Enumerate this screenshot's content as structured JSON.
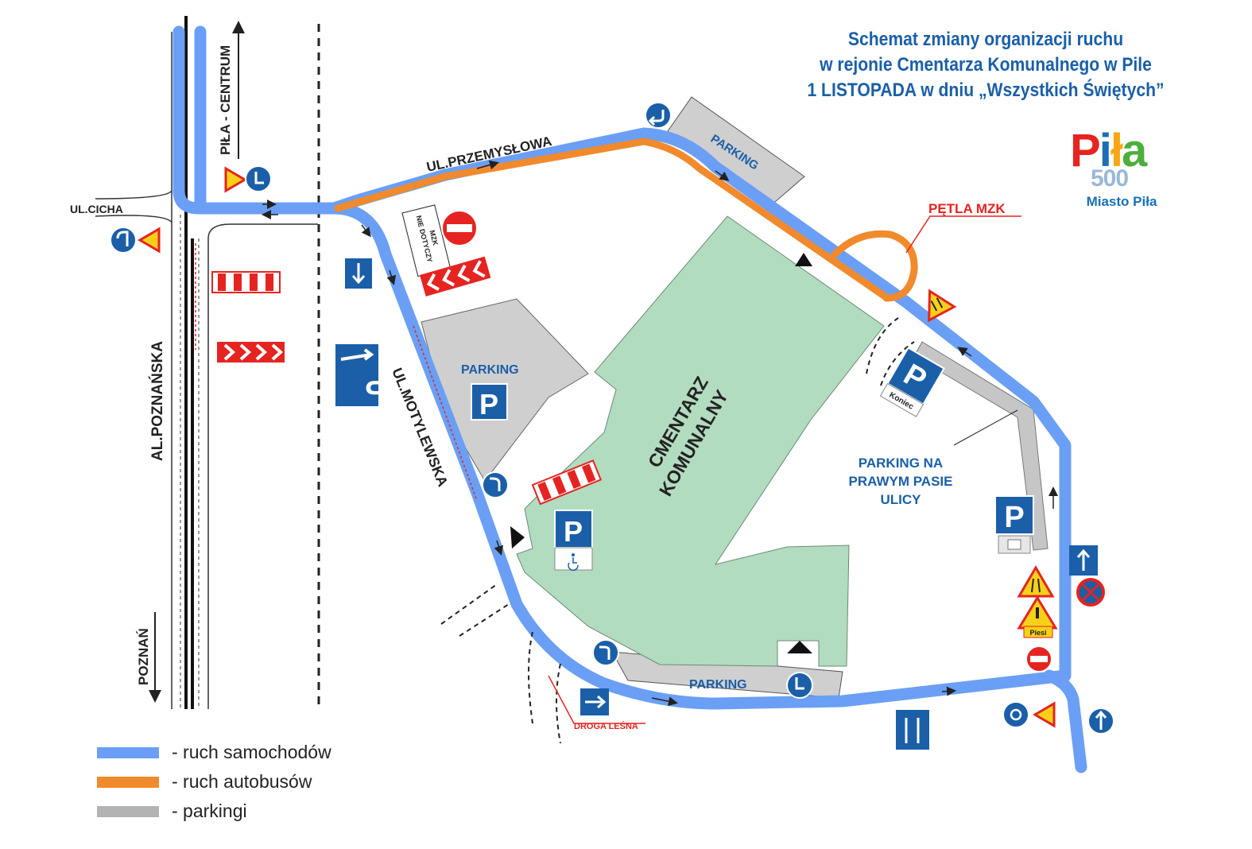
{
  "title": {
    "line1": "Schemat zmiany organizacji ruchu",
    "line2": "w rejonie Cmentarza Komunalnego w Pile",
    "line3": "1 LISTOPADA w dniu „Wszystkich Świętych”"
  },
  "logo": {
    "word_p": "P",
    "word_i": "i",
    "word_l": "ł",
    "word_a": "a",
    "number": "500",
    "subtitle": "Miasto Piła"
  },
  "streets": {
    "cicha": "UL.CICHA",
    "pila_centrum": "PIŁA - CENTRUM",
    "poznanska": "AL.POZNAŃSKA",
    "poznan": "POZNAŃ",
    "przemyslowa": "UL.PRZEMYSŁOWA",
    "motylewska": "UL.MOTYLEWSKA",
    "droga_lesna": "DROGA LEŚNA"
  },
  "labels": {
    "cmentarz_line1": "CMENTARZ",
    "cmentarz_line2": "KOMUNALNY",
    "parking": "PARKING",
    "petla_mzk": "PĘTLA MZK",
    "parking_right_1": "PARKING NA",
    "parking_right_2": "PRAWYM PASIE",
    "parking_right_3": "ULICY",
    "nie_dotyczy_1": "NIE DOTYCZY",
    "nie_dotyczy_2": "MZK",
    "koniec": "Koniec",
    "piesi": "Piesi",
    "p_letter": "P"
  },
  "legend": [
    {
      "label": "- ruch samochodów",
      "color": "#6a9ff5"
    },
    {
      "label": "- ruch autobusów",
      "color": "#f18a2c"
    },
    {
      "label": "- parkingi",
      "color": "#b3b3b3"
    }
  ],
  "colors": {
    "car_route": "#6a9ff5",
    "bus_route": "#f18a2c",
    "parking_area": "#cfcfcf",
    "cemetery": "#b2dcbf",
    "sign_blue": "#1a5fa8",
    "sign_red": "#e52421",
    "sign_yellow": "#f7d117",
    "title_blue": "#1a5fa8"
  }
}
